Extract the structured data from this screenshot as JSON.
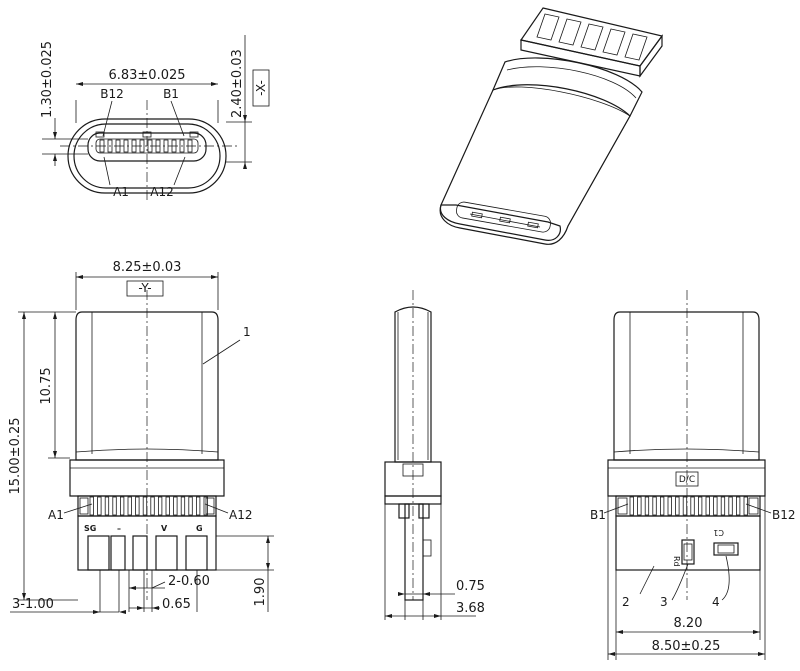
{
  "dimensions": {
    "front_height": "1.30±0.025",
    "front_width": "6.83±0.025",
    "side_height": "2.40±0.03",
    "datum_x": "-X-",
    "body_width": "8.25±0.03",
    "datum_y": "-Y-",
    "upper_length": "10.75",
    "total_length": "15.00±0.25",
    "pitch_a": "2-0.60",
    "pad_height": "1.90",
    "pad_gap": "0.65",
    "pad_width": "3-1.00",
    "side_thickness": "0.75",
    "side_total": "3.68",
    "pcb_width": "8.20",
    "outer_width": "8.50±0.25",
    "datum_dc": "D/C"
  },
  "pins": {
    "b12": "B12",
    "b1": "B1",
    "a1": "A1",
    "a12": "A12",
    "sg": "SG",
    "minus": "–",
    "v": "V",
    "g": "G",
    "rd": "Rd",
    "c1": "C1"
  },
  "callouts": [
    "1",
    "2",
    "3",
    "4"
  ]
}
